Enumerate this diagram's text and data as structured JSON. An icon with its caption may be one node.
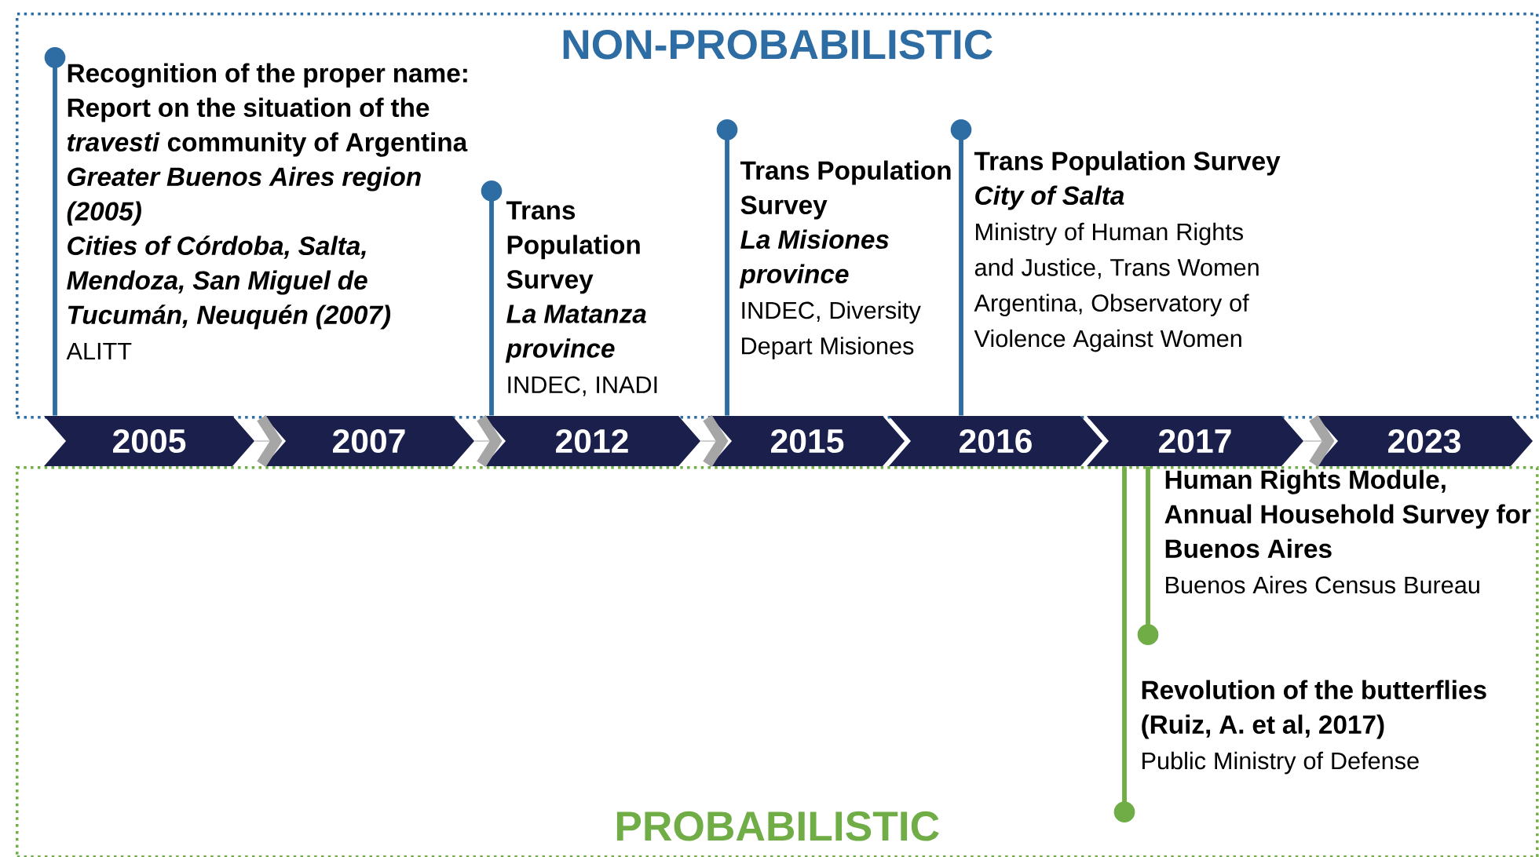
{
  "diagram": {
    "nodes": [
      {
        "text": [
          "NON-PROBABILISTIC"
        ]
      },
      {
        "text": [
          "Recognition of the proper name: Report on the situation of the *travesti* community of Argentina",
          "Greater Buenos Aires region (2005)",
          "Cities of Córdoba, Salta, Mendoza, San Miguel de Tucumán, Neuquén (2007)",
          "ALITT"
        ],
        "in": 0
      },
      {
        "text": [
          "Trans Population Survey",
          "La Matanza province",
          "INDEC, INADI"
        ],
        "in": 0
      },
      {
        "text": [
          "Trans Population Survey",
          "La Misiones province",
          "INDEC, Diversity Depart Misiones"
        ],
        "in": 0
      },
      {
        "text": [
          "Trans Population Survey",
          "City of Salta",
          "Ministry of Human Rights and Justice, Trans Women Argentina, Observatory of Violence Against Women"
        ],
        "in": 0
      },
      {
        "text": [
          "2005"
        ]
      },
      {
        "text": [
          "2007"
        ]
      },
      {
        "text": [
          "2012"
        ]
      },
      {
        "text": [
          "2015"
        ]
      },
      {
        "text": [
          "2016"
        ]
      },
      {
        "text": [
          "2017"
        ]
      },
      {
        "text": [
          "2023"
        ]
      },
      {
        "text": [
          "PROBABILISTIC"
        ]
      },
      {
        "text": [
          "Human Rights Module, Annual Household Survey for Buenos Aires",
          "Buenos Aires Census Bureau"
        ],
        "in": 12
      },
      {
        "text": [
          "Revolution of the butterflies (Ruiz, A. et al, 2017)",
          "Public Ministry of Defense"
        ],
        "in": 12
      }
    ],
    "edges": [
      {
        "from": 5,
        "to": 6,
        "arrow": "to",
        "style": "thick"
      },
      {
        "from": 6,
        "to": 7,
        "arrow": "to",
        "style": "thick"
      },
      {
        "from": 7,
        "to": 8,
        "arrow": "to",
        "style": "thick"
      },
      {
        "from": 10,
        "to": 11,
        "arrow": "to",
        "style": "thick"
      },
      {
        "from": 5,
        "to": 1,
        "arrow": "other",
        "color": "#2e6da4"
      },
      {
        "from": 7,
        "to": 2,
        "arrow": "other",
        "color": "#2e6da4"
      },
      {
        "from": 8,
        "to": 3,
        "arrow": "other",
        "color": "#2e6da4"
      },
      {
        "from": 9,
        "to": 4,
        "arrow": "other",
        "color": "#2e6da4"
      },
      {
        "from": 10,
        "to": 13,
        "arrow": "other",
        "color": "#70ad47"
      },
      {
        "from": 10,
        "to": 14,
        "arrow": "other",
        "color": "#70ad47"
      }
    ]
  }
}
